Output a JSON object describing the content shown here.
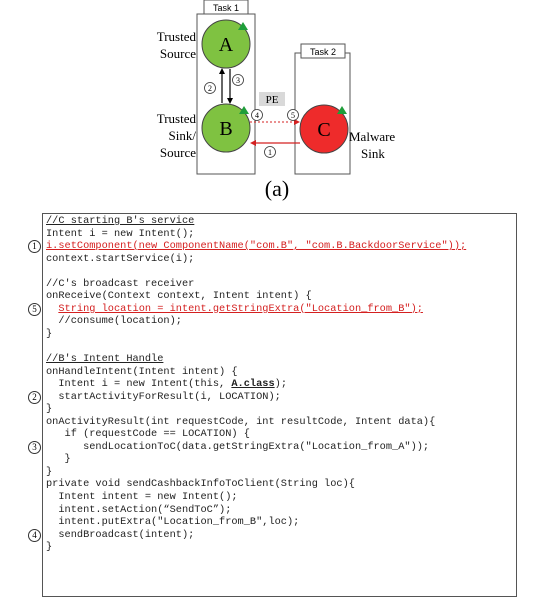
{
  "diagram": {
    "task1_label": "Task 1",
    "task2_label": "Task 2",
    "node_a": {
      "label": "A",
      "caption_line1": "Trusted",
      "caption_line2": "Source"
    },
    "node_b": {
      "label": "B",
      "caption_line1": "Trusted",
      "caption_line2": "Sink/",
      "caption_line3": "Source"
    },
    "node_c": {
      "label": "C",
      "caption_line1": "Malware",
      "caption_line2": "Sink"
    },
    "pe_label": "PE",
    "edge_markers": {
      "ba": "2",
      "ab": "3",
      "bc": "4",
      "c_in": "5",
      "cb": "1"
    },
    "colors": {
      "green": "#7fc241",
      "red": "#ee2b2b",
      "marker_green": "#1f9e3a"
    }
  },
  "caption": "(a)",
  "code": {
    "lines": [
      {
        "segments": [
          {
            "text": "//C starting B's service",
            "style": "ul"
          }
        ]
      },
      {
        "segments": [
          {
            "text": "Intent i = new Intent();"
          }
        ]
      },
      {
        "segments": [
          {
            "text": "i.setComponent(new ComponentName(\"com.B\", \"com.B.BackdoorService\"));",
            "style": "red-ul"
          }
        ],
        "marker": "1"
      },
      {
        "segments": [
          {
            "text": "context.startService(i);"
          }
        ]
      },
      {
        "segments": [
          {
            "text": ""
          }
        ]
      },
      {
        "segments": [
          {
            "text": "//C's broadcast receiver"
          }
        ]
      },
      {
        "segments": [
          {
            "text": "onReceive(Context context, Intent intent) {"
          }
        ]
      },
      {
        "segments": [
          {
            "text": "  "
          },
          {
            "text": "String location = intent.getStringExtra(\"Location_from_B\");",
            "style": "red-ul"
          }
        ],
        "marker": "5"
      },
      {
        "segments": [
          {
            "text": "  //consume(location);"
          }
        ]
      },
      {
        "segments": [
          {
            "text": "}"
          }
        ]
      },
      {
        "segments": [
          {
            "text": ""
          }
        ]
      },
      {
        "segments": [
          {
            "text": "//B's Intent Handle",
            "style": "ul"
          }
        ]
      },
      {
        "segments": [
          {
            "text": "onHandleIntent(Intent intent) {"
          }
        ]
      },
      {
        "segments": [
          {
            "text": "  Intent i = new Intent(this, "
          },
          {
            "text": "A.class",
            "style": "bold-ul"
          },
          {
            "text": ");"
          }
        ]
      },
      {
        "segments": [
          {
            "text": "  startActivityForResult(i, LOCATION);"
          }
        ],
        "marker": "2"
      },
      {
        "segments": [
          {
            "text": "}"
          }
        ]
      },
      {
        "segments": [
          {
            "text": "onActivityResult(int requestCode, int resultCode, Intent data){"
          }
        ]
      },
      {
        "segments": [
          {
            "text": "   if (requestCode == LOCATION) {"
          }
        ]
      },
      {
        "segments": [
          {
            "text": "      sendLocationToC(data.getStringExtra(\"Location_from_A\"));"
          }
        ],
        "marker": "3"
      },
      {
        "segments": [
          {
            "text": "   }"
          }
        ]
      },
      {
        "segments": [
          {
            "text": "}"
          }
        ]
      },
      {
        "segments": [
          {
            "text": "private void sendCashbackInfoToClient(String loc){"
          }
        ]
      },
      {
        "segments": [
          {
            "text": "  Intent intent = new Intent();"
          }
        ]
      },
      {
        "segments": [
          {
            "text": "  intent.setAction(“SendToC”);"
          }
        ]
      },
      {
        "segments": [
          {
            "text": "  intent.putExtra(\"Location_from_B\",loc);"
          }
        ]
      },
      {
        "segments": [
          {
            "text": "  sendBroadcast(intent);"
          }
        ],
        "marker": "4"
      },
      {
        "segments": [
          {
            "text": "}"
          }
        ]
      }
    ]
  }
}
